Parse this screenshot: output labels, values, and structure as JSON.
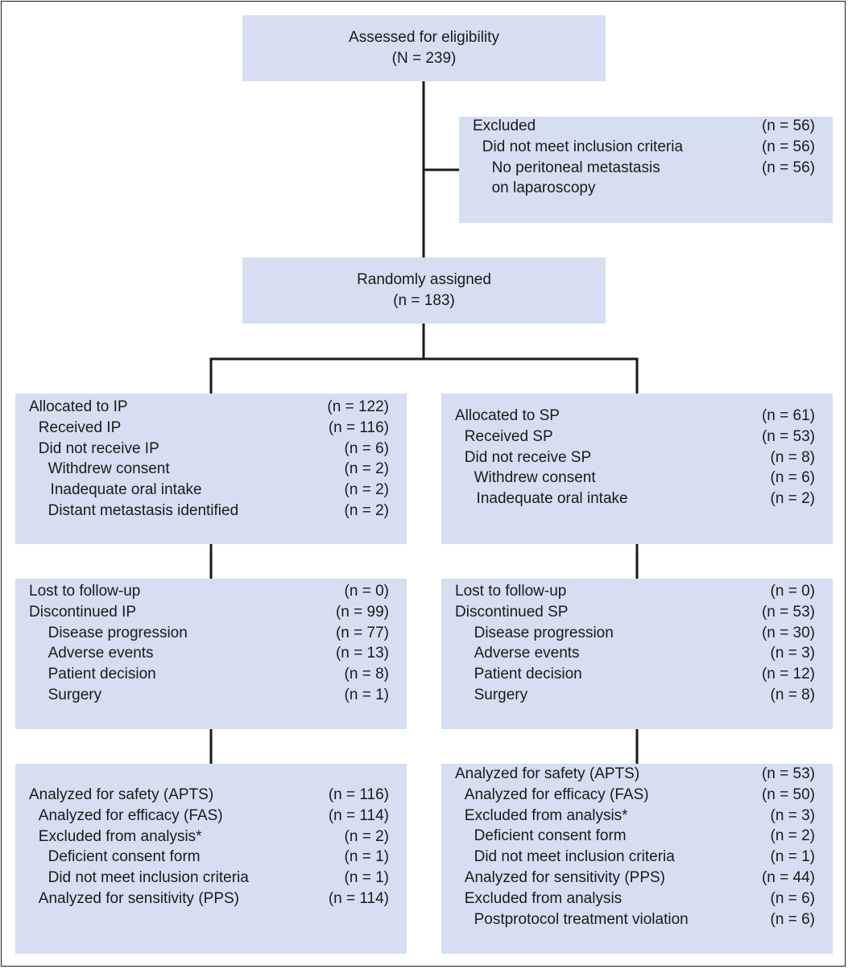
{
  "assessed": {
    "title": "Assessed for eligibility",
    "count": "(N = 239)"
  },
  "excluded": {
    "rows": [
      {
        "label": "Excluded",
        "count": "(n = 56)",
        "indent": 0
      },
      {
        "label": "Did not meet inclusion criteria",
        "count": "(n = 56)",
        "indent": 1
      },
      {
        "label": "No peritoneal metastasis",
        "count": "(n = 56)",
        "indent": 2
      },
      {
        "label": "on laparoscopy",
        "count": "",
        "indent": 2
      }
    ]
  },
  "randomized": {
    "title": "Randomly assigned",
    "count": "(n = 183)"
  },
  "ip_allocation": {
    "rows": [
      {
        "label": "Allocated to IP",
        "count": "(n = 122)",
        "indent": 0
      },
      {
        "label": "Received IP",
        "count": "(n = 116)",
        "indent": 1
      },
      {
        "label": "Did not receive IP",
        "count": "(n = 6)",
        "indent": 1
      },
      {
        "label": "Withdrew consent",
        "count": "(n = 2)",
        "indent": 2
      },
      {
        "label": "Inadequate oral intake",
        "count": "(n = 2)",
        "indent": 2.25
      },
      {
        "label": "Distant metastasis identified",
        "count": "(n = 2)",
        "indent": 2
      }
    ]
  },
  "sp_allocation": {
    "rows": [
      {
        "label": "Allocated to SP",
        "count": "(n = 61)",
        "indent": 0
      },
      {
        "label": "Received SP",
        "count": "(n = 53)",
        "indent": 1
      },
      {
        "label": "Did not receive SP",
        "count": "(n = 8)",
        "indent": 1
      },
      {
        "label": "Withdrew consent",
        "count": "(n = 6)",
        "indent": 2
      },
      {
        "label": "Inadequate oral intake",
        "count": "(n = 2)",
        "indent": 2.25
      }
    ]
  },
  "ip_followup": {
    "rows": [
      {
        "label": "Lost to follow-up",
        "count": "(n = 0)",
        "indent": 0
      },
      {
        "label": "Discontinued IP",
        "count": "(n = 99)",
        "indent": 0
      },
      {
        "label": "Disease progression",
        "count": "(n = 77)",
        "indent": 2
      },
      {
        "label": "Adverse events",
        "count": "(n = 13)",
        "indent": 2
      },
      {
        "label": "Patient decision",
        "count": "(n = 8)",
        "indent": 2
      },
      {
        "label": "Surgery",
        "count": "(n = 1)",
        "indent": 2
      }
    ]
  },
  "sp_followup": {
    "rows": [
      {
        "label": "Lost to follow-up",
        "count": "(n = 0)",
        "indent": 0
      },
      {
        "label": "Discontinued SP",
        "count": "(n = 53)",
        "indent": 0
      },
      {
        "label": "Disease progression",
        "count": "(n = 30)",
        "indent": 2
      },
      {
        "label": "Adverse events",
        "count": "(n = 3)",
        "indent": 2
      },
      {
        "label": "Patient decision",
        "count": "(n = 12)",
        "indent": 2
      },
      {
        "label": "Surgery",
        "count": "(n = 8)",
        "indent": 2
      }
    ]
  },
  "ip_analysis": {
    "rows": [
      {
        "label": "Analyzed for safety (APTS)",
        "count": "(n = 116)",
        "indent": 0
      },
      {
        "label": "Analyzed for efficacy (FAS)",
        "count": "(n = 114)",
        "indent": 1
      },
      {
        "label": "Excluded from analysis*",
        "count": "(n = 2)",
        "indent": 1
      },
      {
        "label": "Deficient consent form",
        "count": "(n = 1)",
        "indent": 2
      },
      {
        "label": "Did not meet inclusion criteria",
        "count": "(n = 1)",
        "indent": 2
      },
      {
        "label": "Analyzed for sensitivity (PPS)",
        "count": "(n = 114)",
        "indent": 1
      }
    ]
  },
  "sp_analysis": {
    "rows": [
      {
        "label": "Analyzed for safety (APTS)",
        "count": "(n = 53)",
        "indent": 0
      },
      {
        "label": "Analyzed for efficacy (FAS)",
        "count": "(n = 50)",
        "indent": 1
      },
      {
        "label": "Excluded from analysis*",
        "count": "(n = 3)",
        "indent": 1
      },
      {
        "label": "Deficient consent form",
        "count": "(n = 2)",
        "indent": 2
      },
      {
        "label": "Did not meet inclusion criteria",
        "count": "(n = 1)",
        "indent": 2
      },
      {
        "label": "Analyzed for sensitivity (PPS)",
        "count": "(n = 44)",
        "indent": 1
      },
      {
        "label": "Excluded from analysis",
        "count": "(n = 6)",
        "indent": 1
      },
      {
        "label": "Postprotocol treatment violation",
        "count": "(n = 6)",
        "indent": 2
      }
    ]
  }
}
